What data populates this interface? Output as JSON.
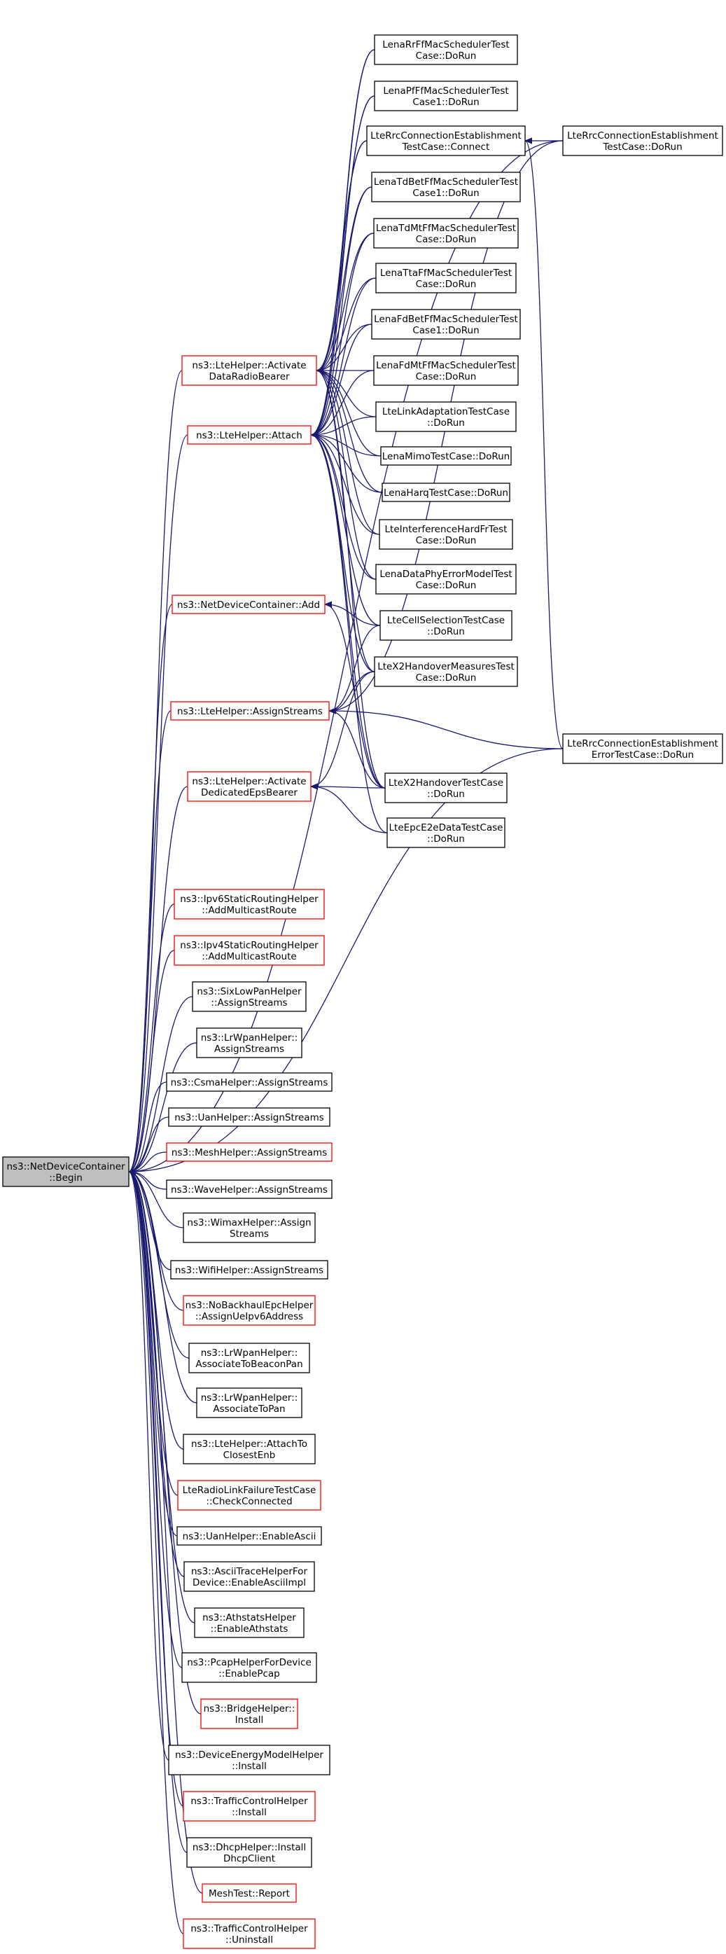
{
  "colors": {
    "edge": "#191970",
    "node_border": "#000000",
    "node_border_truncated": "#ff0000",
    "root_fill": "#bfbfbf",
    "node_fill": "#ffffff",
    "text": "#000000"
  },
  "nodes": {
    "root": {
      "lines": [
        "ns3::NetDeviceContainer",
        "::Begin"
      ],
      "style": "root"
    },
    "lte_activate_drb": {
      "lines": [
        "ns3::LteHelper::Activate",
        "DataRadioBearer"
      ],
      "style": "red"
    },
    "lte_attach": {
      "lines": [
        "ns3::LteHelper::Attach"
      ],
      "style": "red"
    },
    "ndc_add": {
      "lines": [
        "ns3::NetDeviceContainer::Add"
      ],
      "style": "red"
    },
    "lte_assign_streams": {
      "lines": [
        "ns3::LteHelper::AssignStreams"
      ],
      "style": "red"
    },
    "lte_activate_eps": {
      "lines": [
        "ns3::LteHelper::Activate",
        "DedicatedEpsBearer"
      ],
      "style": "red"
    },
    "ipv6_static": {
      "lines": [
        "ns3::Ipv6StaticRoutingHelper",
        "::AddMulticastRoute"
      ],
      "style": "red"
    },
    "ipv4_static": {
      "lines": [
        "ns3::Ipv4StaticRoutingHelper",
        "::AddMulticastRoute"
      ],
      "style": "red"
    },
    "sixlowpan": {
      "lines": [
        "ns3::SixLowPanHelper",
        "::AssignStreams"
      ],
      "style": "black"
    },
    "lrwpan_assign": {
      "lines": [
        "ns3::LrWpanHelper::",
        "AssignStreams"
      ],
      "style": "black"
    },
    "csma": {
      "lines": [
        "ns3::CsmaHelper::AssignStreams"
      ],
      "style": "black"
    },
    "uan_assign": {
      "lines": [
        "ns3::UanHelper::AssignStreams"
      ],
      "style": "black"
    },
    "mesh_assign": {
      "lines": [
        "ns3::MeshHelper::AssignStreams"
      ],
      "style": "red"
    },
    "wave": {
      "lines": [
        "ns3::WaveHelper::AssignStreams"
      ],
      "style": "black"
    },
    "wimax": {
      "lines": [
        "ns3::WimaxHelper::Assign",
        "Streams"
      ],
      "style": "black"
    },
    "wifi": {
      "lines": [
        "ns3::WifiHelper::AssignStreams"
      ],
      "style": "black"
    },
    "nobackhaul": {
      "lines": [
        "ns3::NoBackhaulEpcHelper",
        "::AssignUeIpv6Address"
      ],
      "style": "red"
    },
    "lrwpan_beacon": {
      "lines": [
        "ns3::LrWpanHelper::",
        "AssociateToBeaconPan"
      ],
      "style": "black"
    },
    "lrwpan_pan": {
      "lines": [
        "ns3::LrWpanHelper::",
        "AssociateToPan"
      ],
      "style": "black"
    },
    "lte_attach_closest": {
      "lines": [
        "ns3::LteHelper::AttachTo",
        "ClosestEnb"
      ],
      "style": "black"
    },
    "lte_rlf": {
      "lines": [
        "LteRadioLinkFailureTestCase",
        "::CheckConnected"
      ],
      "style": "red"
    },
    "uan_ascii": {
      "lines": [
        "ns3::UanHelper::EnableAscii"
      ],
      "style": "black"
    },
    "ascii_trace": {
      "lines": [
        "ns3::AsciiTraceHelperFor",
        "Device::EnableAsciiImpl"
      ],
      "style": "black"
    },
    "athstats": {
      "lines": [
        "ns3::AthstatsHelper",
        "::EnableAthstats"
      ],
      "style": "black"
    },
    "pcap": {
      "lines": [
        "ns3::PcapHelperForDevice",
        "::EnablePcap"
      ],
      "style": "black"
    },
    "bridge": {
      "lines": [
        "ns3::BridgeHelper::",
        "Install"
      ],
      "style": "red"
    },
    "energy": {
      "lines": [
        "ns3::DeviceEnergyModelHelper",
        "::Install"
      ],
      "style": "black"
    },
    "tc_install": {
      "lines": [
        "ns3::TrafficControlHelper",
        "::Install"
      ],
      "style": "red"
    },
    "dhcp": {
      "lines": [
        "ns3::DhcpHelper::Install",
        "DhcpClient"
      ],
      "style": "black"
    },
    "mesh_report": {
      "lines": [
        "MeshTest::Report"
      ],
      "style": "red"
    },
    "tc_uninstall": {
      "lines": [
        "ns3::TrafficControlHelper",
        "::Uninstall"
      ],
      "style": "red"
    },
    "lena_rr": {
      "lines": [
        "LenaRrFfMacSchedulerTest",
        "Case::DoRun"
      ],
      "style": "black"
    },
    "lena_pf": {
      "lines": [
        "LenaPfFfMacSchedulerTest",
        "Case1::DoRun"
      ],
      "style": "black"
    },
    "rrc_connect": {
      "lines": [
        "LteRrcConnectionEstablishment",
        "TestCase::Connect"
      ],
      "style": "black"
    },
    "lena_tdbet": {
      "lines": [
        "LenaTdBetFfMacSchedulerTest",
        "Case1::DoRun"
      ],
      "style": "black"
    },
    "lena_tdmt": {
      "lines": [
        "LenaTdMtFfMacSchedulerTest",
        "Case::DoRun"
      ],
      "style": "black"
    },
    "lena_tta": {
      "lines": [
        "LenaTtaFfMacSchedulerTest",
        "Case::DoRun"
      ],
      "style": "black"
    },
    "lena_fdbet": {
      "lines": [
        "LenaFdBetFfMacSchedulerTest",
        "Case1::DoRun"
      ],
      "style": "black"
    },
    "lena_fdmt": {
      "lines": [
        "LenaFdMtFfMacSchedulerTest",
        "Case::DoRun"
      ],
      "style": "black"
    },
    "lte_linkadapt": {
      "lines": [
        "LteLinkAdaptationTestCase",
        "::DoRun"
      ],
      "style": "black"
    },
    "lena_mimo": {
      "lines": [
        "LenaMimoTestCase::DoRun"
      ],
      "style": "black"
    },
    "lena_harq": {
      "lines": [
        "LenaHarqTestCase::DoRun"
      ],
      "style": "black"
    },
    "lte_interf": {
      "lines": [
        "LteInterferenceHardFrTest",
        "Case::DoRun"
      ],
      "style": "black"
    },
    "lena_dataphy": {
      "lines": [
        "LenaDataPhyErrorModelTest",
        "Case::DoRun"
      ],
      "style": "black"
    },
    "lte_cellsel": {
      "lines": [
        "LteCellSelectionTestCase",
        "::DoRun"
      ],
      "style": "black"
    },
    "lte_x2meas": {
      "lines": [
        "LteX2HandoverMeasuresTest",
        "Case::DoRun"
      ],
      "style": "black"
    },
    "lte_x2ho": {
      "lines": [
        "LteX2HandoverTestCase",
        "::DoRun"
      ],
      "style": "black"
    },
    "lte_epc": {
      "lines": [
        "LteEpcE2eDataTestCase",
        "::DoRun"
      ],
      "style": "black"
    },
    "rrc_dorun": {
      "lines": [
        "LteRrcConnectionEstablishment",
        "TestCase::DoRun"
      ],
      "style": "black"
    },
    "rrc_error": {
      "lines": [
        "LteRrcConnectionEstablishment",
        "ErrorTestCase::DoRun"
      ],
      "style": "black"
    }
  },
  "edges": [
    [
      "lte_activate_drb",
      "root"
    ],
    [
      "lte_attach",
      "root"
    ],
    [
      "ndc_add",
      "root"
    ],
    [
      "lte_assign_streams",
      "root"
    ],
    [
      "lte_activate_eps",
      "root"
    ],
    [
      "ipv6_static",
      "root"
    ],
    [
      "ipv4_static",
      "root"
    ],
    [
      "sixlowpan",
      "root"
    ],
    [
      "lrwpan_assign",
      "root"
    ],
    [
      "csma",
      "root"
    ],
    [
      "uan_assign",
      "root"
    ],
    [
      "mesh_assign",
      "root"
    ],
    [
      "wave",
      "root"
    ],
    [
      "wimax",
      "root"
    ],
    [
      "wifi",
      "root"
    ],
    [
      "nobackhaul",
      "root"
    ],
    [
      "lrwpan_beacon",
      "root"
    ],
    [
      "lrwpan_pan",
      "root"
    ],
    [
      "lte_attach_closest",
      "root"
    ],
    [
      "lte_rlf",
      "root"
    ],
    [
      "uan_ascii",
      "root"
    ],
    [
      "ascii_trace",
      "root"
    ],
    [
      "athstats",
      "root"
    ],
    [
      "pcap",
      "root"
    ],
    [
      "bridge",
      "root"
    ],
    [
      "energy",
      "root"
    ],
    [
      "tc_install",
      "root"
    ],
    [
      "dhcp",
      "root"
    ],
    [
      "mesh_report",
      "root"
    ],
    [
      "tc_uninstall",
      "root"
    ],
    [
      "rrc_dorun",
      "root"
    ],
    [
      "rrc_error",
      "root"
    ],
    [
      "lena_rr",
      "lte_activate_drb"
    ],
    [
      "lena_pf",
      "lte_activate_drb"
    ],
    [
      "rrc_connect",
      "lte_activate_drb"
    ],
    [
      "lena_tdbet",
      "lte_activate_drb"
    ],
    [
      "lena_tdmt",
      "lte_activate_drb"
    ],
    [
      "lena_tta",
      "lte_activate_drb"
    ],
    [
      "lena_fdbet",
      "lte_activate_drb"
    ],
    [
      "lena_fdmt",
      "lte_activate_drb"
    ],
    [
      "lte_linkadapt",
      "lte_activate_drb"
    ],
    [
      "lena_mimo",
      "lte_activate_drb"
    ],
    [
      "lena_harq",
      "lte_activate_drb"
    ],
    [
      "lte_interf",
      "lte_activate_drb"
    ],
    [
      "lena_dataphy",
      "lte_activate_drb"
    ],
    [
      "lte_x2meas",
      "lte_activate_drb"
    ],
    [
      "lte_x2ho",
      "lte_activate_drb"
    ],
    [
      "lena_rr",
      "lte_attach"
    ],
    [
      "lena_pf",
      "lte_attach"
    ],
    [
      "rrc_connect",
      "lte_attach"
    ],
    [
      "lena_tdbet",
      "lte_attach"
    ],
    [
      "lena_tdmt",
      "lte_attach"
    ],
    [
      "lena_tta",
      "lte_attach"
    ],
    [
      "lena_fdbet",
      "lte_attach"
    ],
    [
      "lena_fdmt",
      "lte_attach"
    ],
    [
      "lte_linkadapt",
      "lte_attach"
    ],
    [
      "lena_mimo",
      "lte_attach"
    ],
    [
      "lena_harq",
      "lte_attach"
    ],
    [
      "lte_interf",
      "lte_attach"
    ],
    [
      "lena_dataphy",
      "lte_attach"
    ],
    [
      "lte_cellsel",
      "lte_attach"
    ],
    [
      "lte_x2meas",
      "lte_attach"
    ],
    [
      "lte_x2ho",
      "lte_attach"
    ],
    [
      "lte_epc",
      "lte_attach"
    ],
    [
      "lte_cellsel",
      "ndc_add"
    ],
    [
      "lte_x2ho",
      "ndc_add"
    ],
    [
      "lte_cellsel",
      "lte_assign_streams"
    ],
    [
      "lte_x2meas",
      "lte_assign_streams"
    ],
    [
      "lte_x2ho",
      "lte_assign_streams"
    ],
    [
      "rrc_dorun",
      "lte_assign_streams"
    ],
    [
      "rrc_error",
      "lte_assign_streams"
    ],
    [
      "lte_x2meas",
      "lte_activate_eps"
    ],
    [
      "lte_x2ho",
      "lte_activate_eps"
    ],
    [
      "lte_epc",
      "lte_activate_eps"
    ],
    [
      "rrc_dorun",
      "rrc_connect"
    ],
    [
      "rrc_error",
      "rrc_connect"
    ]
  ]
}
